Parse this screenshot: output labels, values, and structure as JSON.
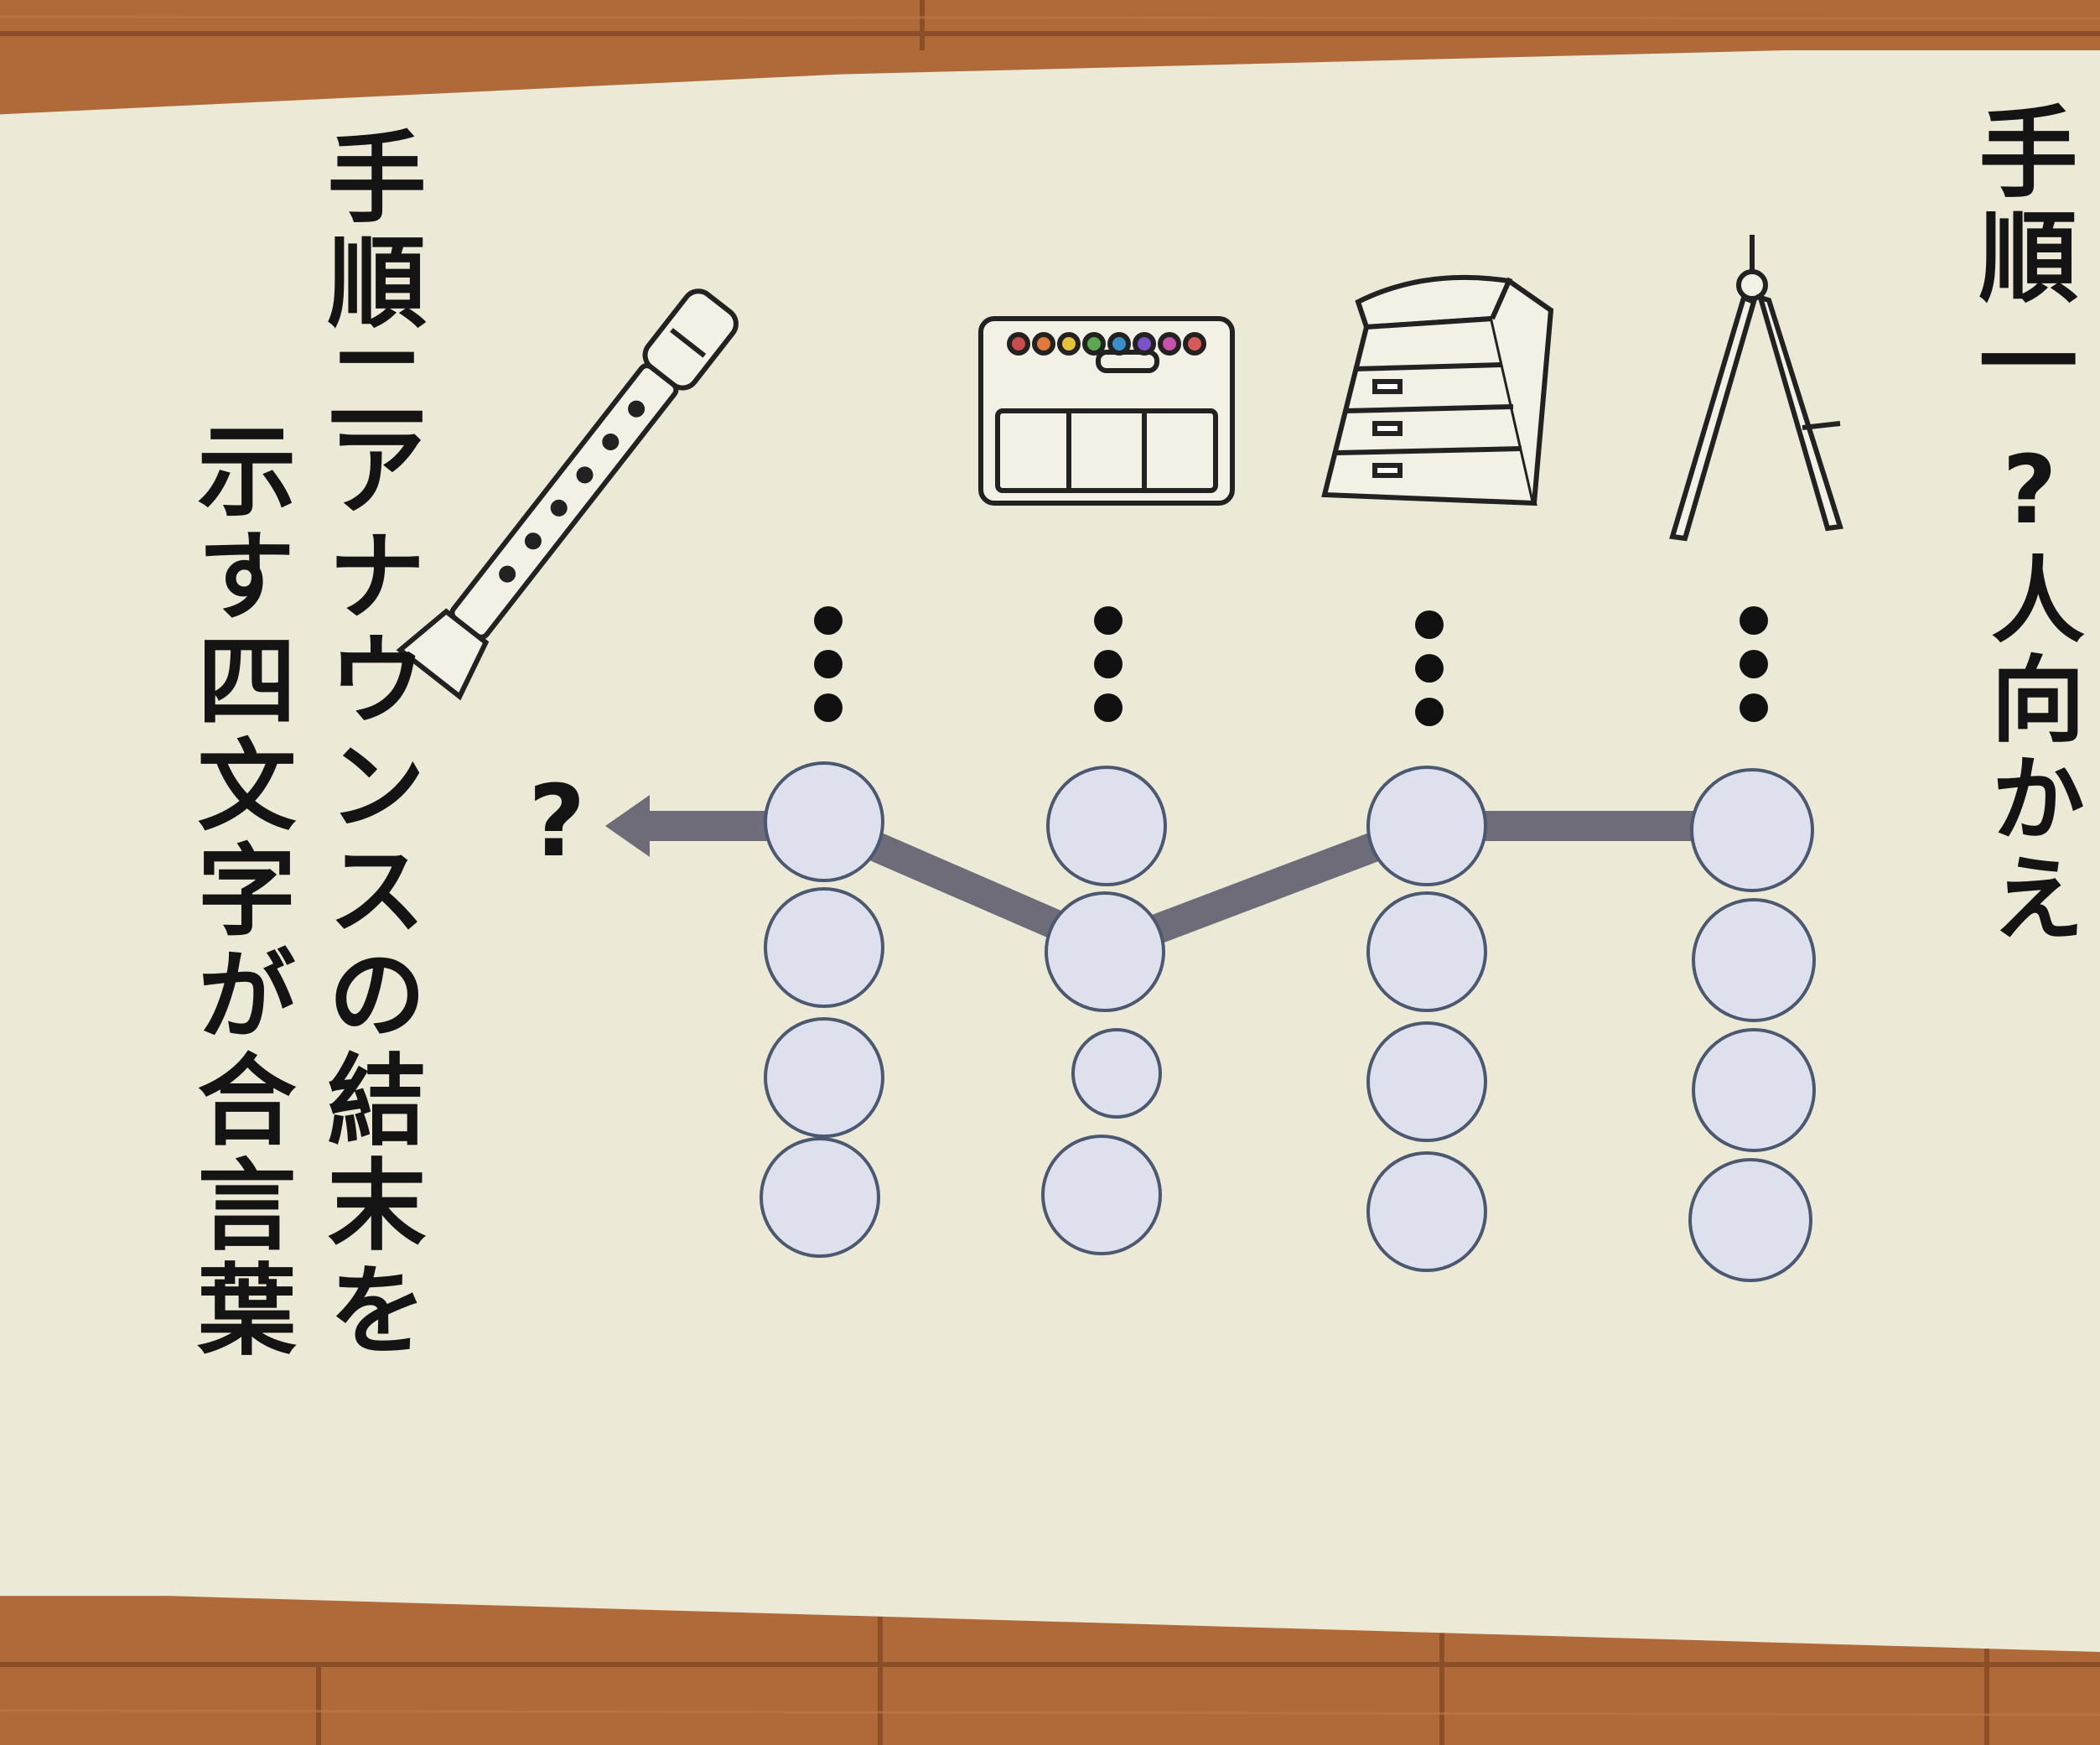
{
  "step1": {
    "title": "手順一",
    "body": "?人向かえ"
  },
  "step2": {
    "title": "手順二",
    "body_line1": "アナウンスの結末を",
    "body_line2": "示す四文字が合言葉"
  },
  "arrow_target": "?",
  "icons": [
    "recorder-icon",
    "paint-palette-icon",
    "vaulting-box-icon",
    "compass-icon"
  ],
  "colors": {
    "paper": "#ece9d6",
    "circle_fill": "#dfe0ee",
    "circle_stroke": "#4a5870",
    "path": "#6e6c78",
    "ink": "#141414",
    "floor": "#b06a3a"
  }
}
